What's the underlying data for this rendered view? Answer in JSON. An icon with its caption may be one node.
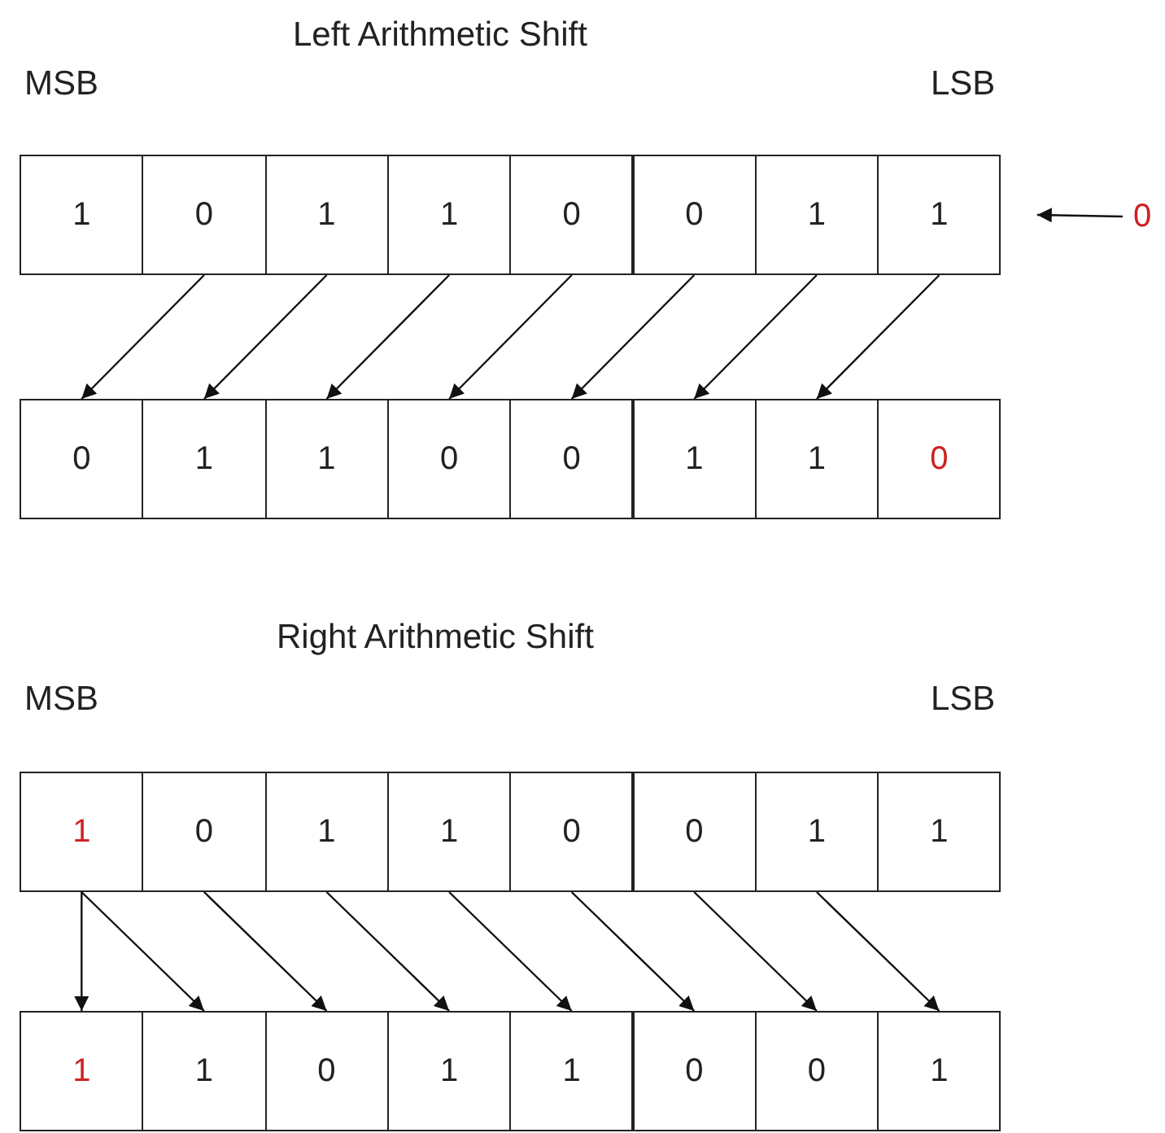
{
  "diagram": {
    "nodes": [
      {
        "text": [
          "1"
        ]
      },
      {
        "text": [
          "0"
        ]
      },
      {
        "text": [
          "1"
        ]
      },
      {
        "text": [
          "1"
        ]
      },
      {
        "text": [
          "0"
        ]
      },
      {
        "text": [
          "0"
        ]
      },
      {
        "text": [
          "1"
        ]
      },
      {
        "text": [
          "1"
        ]
      },
      {
        "text": [
          "0"
        ]
      },
      {
        "text": [
          "0"
        ]
      },
      {
        "text": [
          "1"
        ]
      },
      {
        "text": [
          "1"
        ]
      },
      {
        "text": [
          "0"
        ]
      },
      {
        "text": [
          "0"
        ]
      },
      {
        "text": [
          "1"
        ]
      },
      {
        "text": [
          "1"
        ]
      },
      {
        "text": [
          "0"
        ]
      },
      {
        "text": [
          "1"
        ]
      },
      {
        "text": [
          "0"
        ]
      },
      {
        "text": [
          "1"
        ]
      },
      {
        "text": [
          "1"
        ]
      },
      {
        "text": [
          "0"
        ]
      },
      {
        "text": [
          "0"
        ]
      },
      {
        "text": [
          "1"
        ]
      },
      {
        "text": [
          "1"
        ]
      },
      {
        "text": [
          "1"
        ]
      },
      {
        "text": [
          "1"
        ]
      },
      {
        "text": [
          "0"
        ]
      },
      {
        "text": [
          "1"
        ]
      },
      {
        "text": [
          "1"
        ]
      },
      {
        "text": [
          "0"
        ]
      },
      {
        "text": [
          "0"
        ]
      },
      {
        "text": [
          "1"
        ]
      }
    ],
    "edges": [
      {
        "from": 8,
        "to": 7,
        "arrow": "to"
      },
      {
        "from": 1,
        "to": 9,
        "arrow": "to"
      },
      {
        "from": 2,
        "to": 10,
        "arrow": "to"
      },
      {
        "from": 3,
        "to": 11,
        "arrow": "to"
      },
      {
        "from": 4,
        "to": 12,
        "arrow": "to"
      },
      {
        "from": 5,
        "to": 13,
        "arrow": "to"
      },
      {
        "from": 6,
        "to": 14,
        "arrow": "to"
      },
      {
        "from": 7,
        "to": 15,
        "arrow": "to"
      },
      {
        "from": 17,
        "to": 25,
        "arrow": "to"
      },
      {
        "from": 17,
        "to": 26,
        "arrow": "to"
      },
      {
        "from": 18,
        "to": 27,
        "arrow": "to"
      },
      {
        "from": 19,
        "to": 28,
        "arrow": "to"
      },
      {
        "from": 20,
        "to": 29,
        "arrow": "to"
      },
      {
        "from": 21,
        "to": 30,
        "arrow": "to"
      },
      {
        "from": 22,
        "to": 31,
        "arrow": "to"
      },
      {
        "from": 23,
        "to": 32,
        "arrow": "to"
      }
    ],
    "labels": [
      "Left Arithmetic Shift",
      "MSB",
      "LSB",
      "Right Arithmetic Shift",
      "MSB",
      "LSB"
    ]
  }
}
